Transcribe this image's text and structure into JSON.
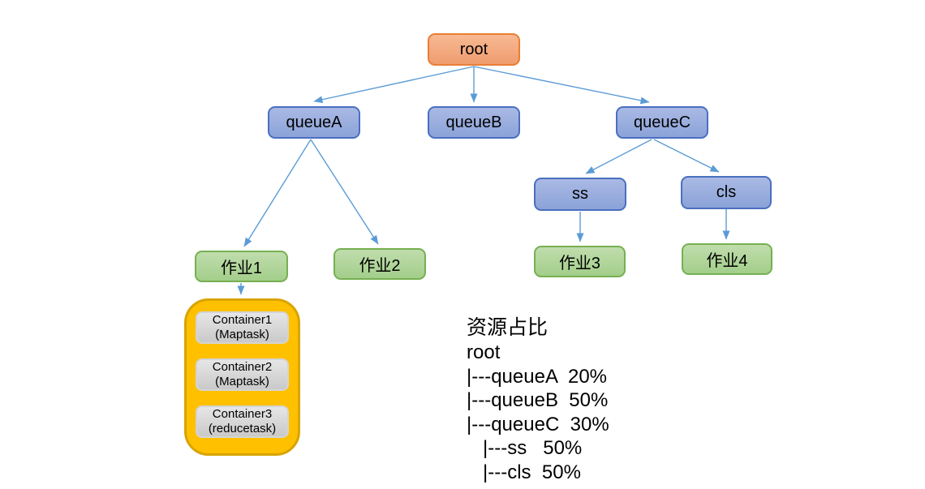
{
  "diagram": {
    "nodes": {
      "root": {
        "label": "root"
      },
      "queueA": {
        "label": "queueA"
      },
      "queueB": {
        "label": "queueB"
      },
      "queueC": {
        "label": "queueC"
      },
      "ss": {
        "label": "ss"
      },
      "cls": {
        "label": "cls"
      },
      "job1": {
        "label": "作业1"
      },
      "job2": {
        "label": "作业2"
      },
      "job3": {
        "label": "作业3"
      },
      "job4": {
        "label": "作业4"
      }
    },
    "edges": [
      {
        "from": "root",
        "to": "queueA"
      },
      {
        "from": "root",
        "to": "queueB"
      },
      {
        "from": "root",
        "to": "queueC"
      },
      {
        "from": "queueA",
        "to": "作业1"
      },
      {
        "from": "queueA",
        "to": "作业2"
      },
      {
        "from": "queueC",
        "to": "ss"
      },
      {
        "from": "queueC",
        "to": "cls"
      },
      {
        "from": "ss",
        "to": "作业3"
      },
      {
        "from": "cls",
        "to": "作业4"
      },
      {
        "from": "作业1",
        "to": "container-group"
      }
    ],
    "containers": [
      {
        "name": "Container1",
        "task": "(Maptask)"
      },
      {
        "name": "Container2",
        "task": "(Maptask)"
      },
      {
        "name": "Container3",
        "task": "(reducetask)"
      }
    ],
    "resource_usage": {
      "title": "资源占比",
      "lines": [
        "root",
        "|---queueA  20%",
        "|---queueB  50%",
        "|---queueC  30%",
        "   |---ss   50%",
        "   |---cls  50%"
      ]
    },
    "colors": {
      "root_fill": "#F2A47E",
      "root_border": "#ED7D31",
      "queue_fill": "#8FAADC",
      "queue_border": "#4472C4",
      "job_fill": "#A9D18E",
      "job_border": "#70AD47",
      "group_fill": "#FFC000",
      "group_border": "#D8A400",
      "task_fill": "#D9D9D9",
      "task_border": "#D4D4D4",
      "edge": "#5B9BD5"
    }
  }
}
